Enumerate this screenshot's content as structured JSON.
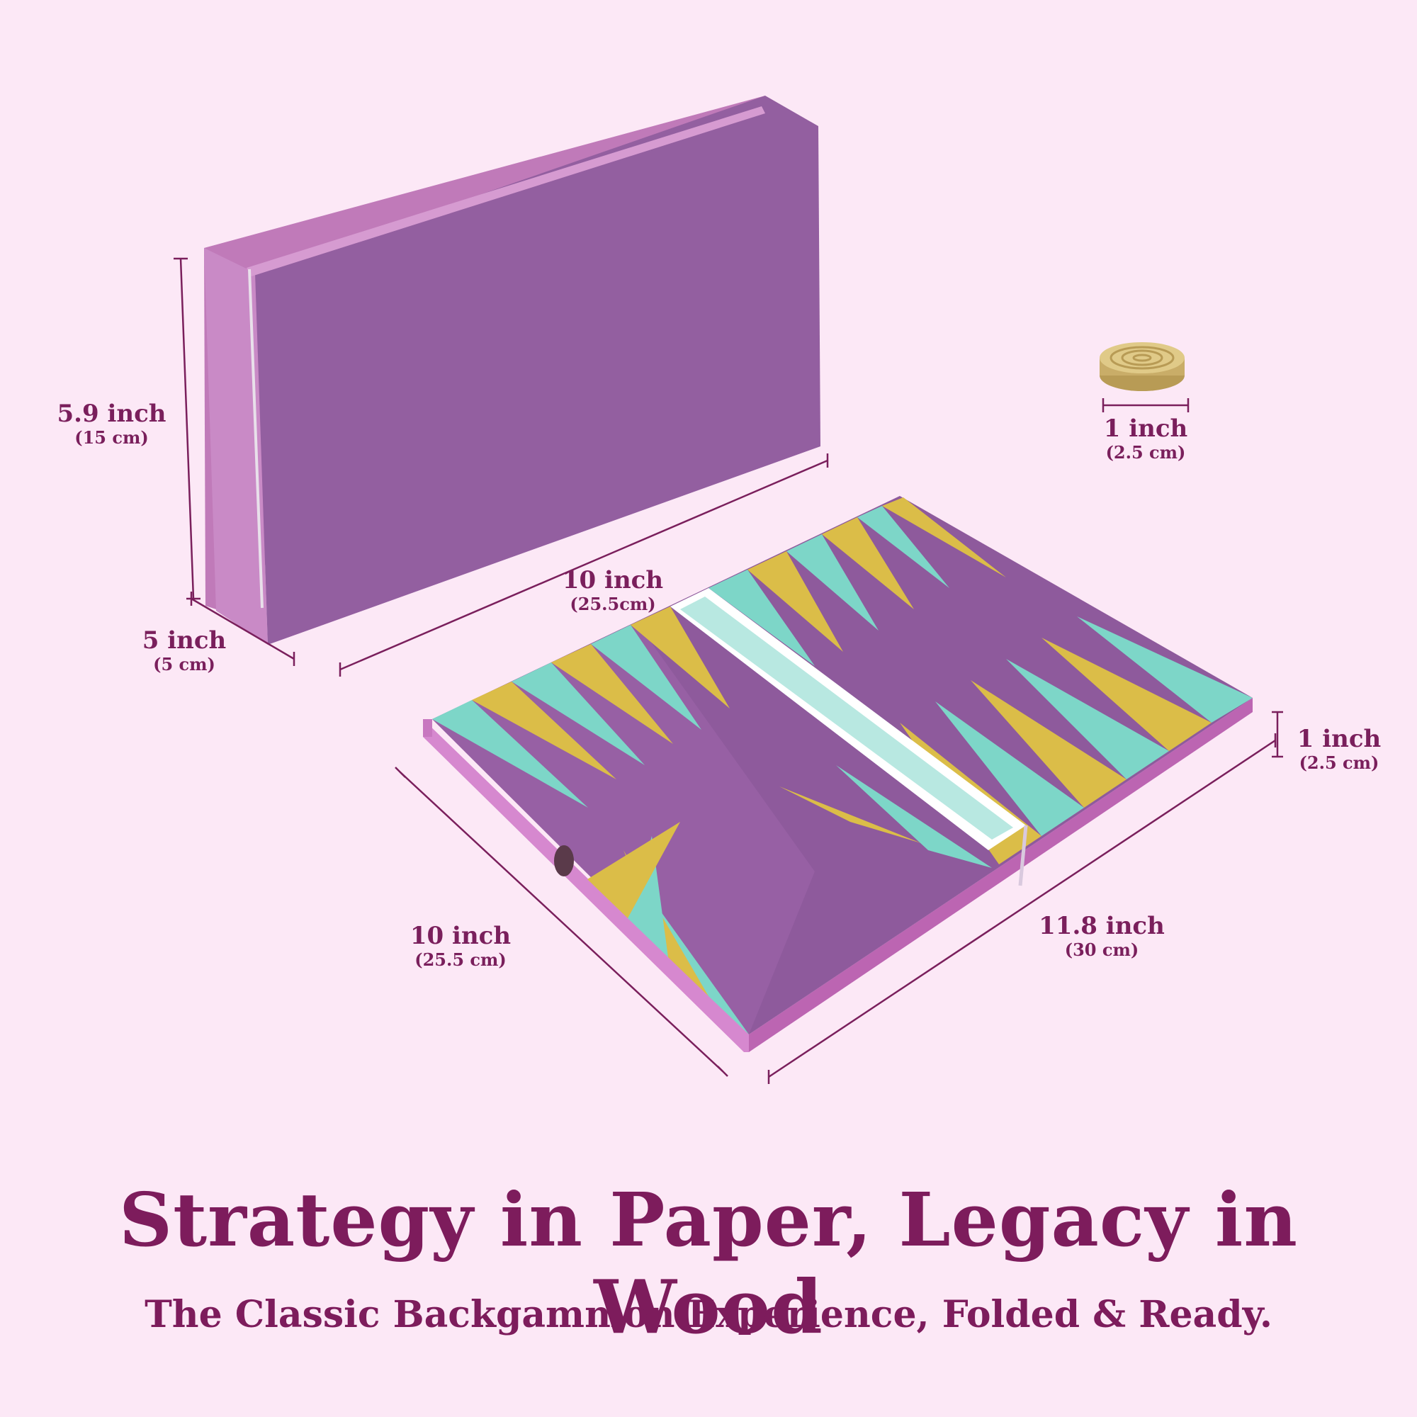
{
  "colors": {
    "background": "#fce8f6",
    "text": "#7a1f5c",
    "box_purple": "#935fa0",
    "board_teal": "#7dd6c8",
    "board_gold": "#dbbd48",
    "checker_wood": "#d9c27f"
  },
  "dimensions": {
    "box_height": {
      "main": "5.9 inch",
      "sub": "(15 cm)"
    },
    "box_depth": {
      "main": "5 inch",
      "sub": "(5 cm)"
    },
    "box_length": {
      "main": "10 inch",
      "sub": "(25.5cm)"
    },
    "checker_diameter": {
      "main": "1  inch",
      "sub": "(2.5 cm)"
    },
    "board_thickness": {
      "main": "1  inch",
      "sub": "(2.5 cm)"
    },
    "board_depth": {
      "main": "10 inch",
      "sub": "(25.5 cm)"
    },
    "board_width": {
      "main": "11.8  inch",
      "sub": "(30 cm)"
    }
  },
  "headline": "Strategy in Paper, Legacy in Wood",
  "tagline": "The Classic Backgammon Experience, Folded & Ready."
}
